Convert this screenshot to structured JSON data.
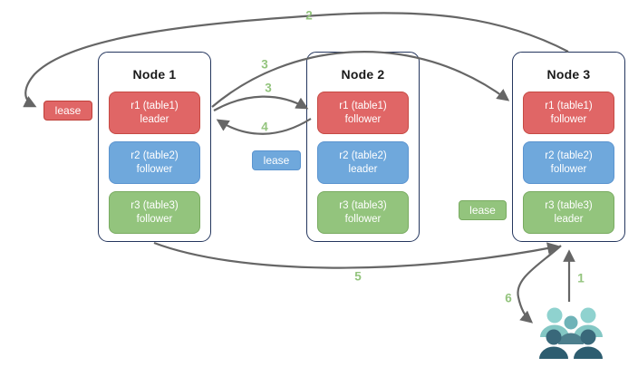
{
  "nodes": [
    {
      "title": "Node 1",
      "replicas": [
        {
          "name": "r1 (table1)",
          "role": "leader",
          "color": "#e06666"
        },
        {
          "name": "r2 (table2)",
          "role": "follower",
          "color": "#6fa8dc"
        },
        {
          "name": "r3 (table3)",
          "role": "follower",
          "color": "#93c47d"
        }
      ]
    },
    {
      "title": "Node 2",
      "replicas": [
        {
          "name": "r1 (table1)",
          "role": "follower",
          "color": "#e06666"
        },
        {
          "name": "r2 (table2)",
          "role": "leader",
          "color": "#6fa8dc"
        },
        {
          "name": "r3 (table3)",
          "role": "follower",
          "color": "#93c47d"
        }
      ]
    },
    {
      "title": "Node 3",
      "replicas": [
        {
          "name": "r1 (table1)",
          "role": "follower",
          "color": "#e06666"
        },
        {
          "name": "r2 (table2)",
          "role": "follower",
          "color": "#6fa8dc"
        },
        {
          "name": "r3 (table3)",
          "role": "leader",
          "color": "#93c47d"
        }
      ]
    }
  ],
  "leases": [
    {
      "label": "lease",
      "color": "#e06666",
      "attached_to": "node1-r1-leader"
    },
    {
      "label": "lease",
      "color": "#6fa8dc",
      "attached_to": "node2-r2-leader"
    },
    {
      "label": "lease",
      "color": "#93c47d",
      "attached_to": "node3-r3-leader"
    }
  ],
  "arrows": [
    {
      "label": "2",
      "from": "node3-top",
      "to": "lease-node1-r1"
    },
    {
      "label": "3",
      "from": "node1-r1-leader",
      "to": "node3-r1-follower"
    },
    {
      "label": "3",
      "from": "node1-r1-leader",
      "to": "node2-r1-follower"
    },
    {
      "label": "4",
      "from": "node2-r1-follower",
      "to": "node1-r1-leader"
    },
    {
      "label": "5",
      "from": "node1-bottom",
      "to": "node3-bottom"
    },
    {
      "label": "1",
      "from": "clients",
      "to": "node3-bottom"
    },
    {
      "label": "6",
      "from": "node3-bottom",
      "to": "clients"
    }
  ],
  "icons": {
    "clients": "users-group-icon"
  },
  "colors": {
    "node_border": "#24365e",
    "replica_red": "#e06666",
    "replica_blue": "#6fa8dc",
    "replica_green": "#93c47d",
    "arrow": "#666666",
    "arrow_label": "#93c47d",
    "users_light": "#86cbc8",
    "users_mid": "#4d7f8d",
    "users_dark": "#2d5d70"
  }
}
